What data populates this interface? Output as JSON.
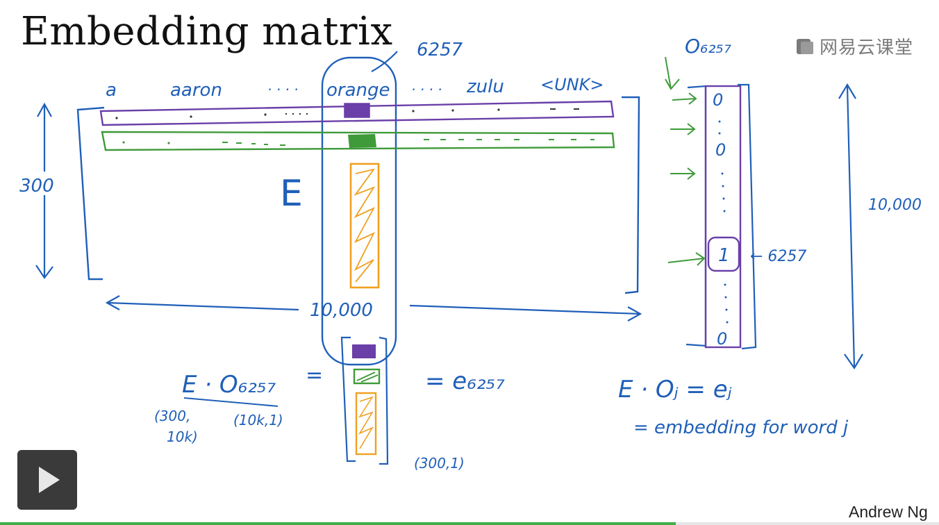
{
  "slide": {
    "title": "Embedding matrix",
    "author": "Andrew Ng",
    "logo_text": "网易云课堂"
  },
  "vocab_labels": {
    "a": "a",
    "aaron": "aaron",
    "dots1": "· · · ·",
    "orange": "orange",
    "dots2": "· · · ·",
    "zulu": "zulu",
    "unk": "<UNK>"
  },
  "annotations": {
    "orange_index": "6257",
    "matrix_label": "E",
    "rows_dim": "300",
    "cols_dim": "10,000",
    "onehot_label": "O₆₂₅₇",
    "onehot_index": "← 6257",
    "onehot_dim": "10,000",
    "onehot_zero": "0",
    "onehot_one": "1",
    "eq_lhs": "E · O₆₂₅₇",
    "eq_equals": "=",
    "eq_rhs": "= e₆₂₅₇",
    "lhs_dim_left": "(300,",
    "lhs_dim_left2": "10k)",
    "lhs_dim_right": "(10k,1)",
    "result_dim": "(300,1)",
    "general_eq": "E · Oⱼ = eⱼ",
    "general_desc": "= embedding for word j"
  },
  "colors": {
    "ink_blue": "#1f5fb8",
    "purple": "#6a3fa8",
    "green": "#3f9a3a",
    "orange": "#f0a020",
    "progress": "#3fae49"
  },
  "player": {
    "progress": 0.72
  }
}
